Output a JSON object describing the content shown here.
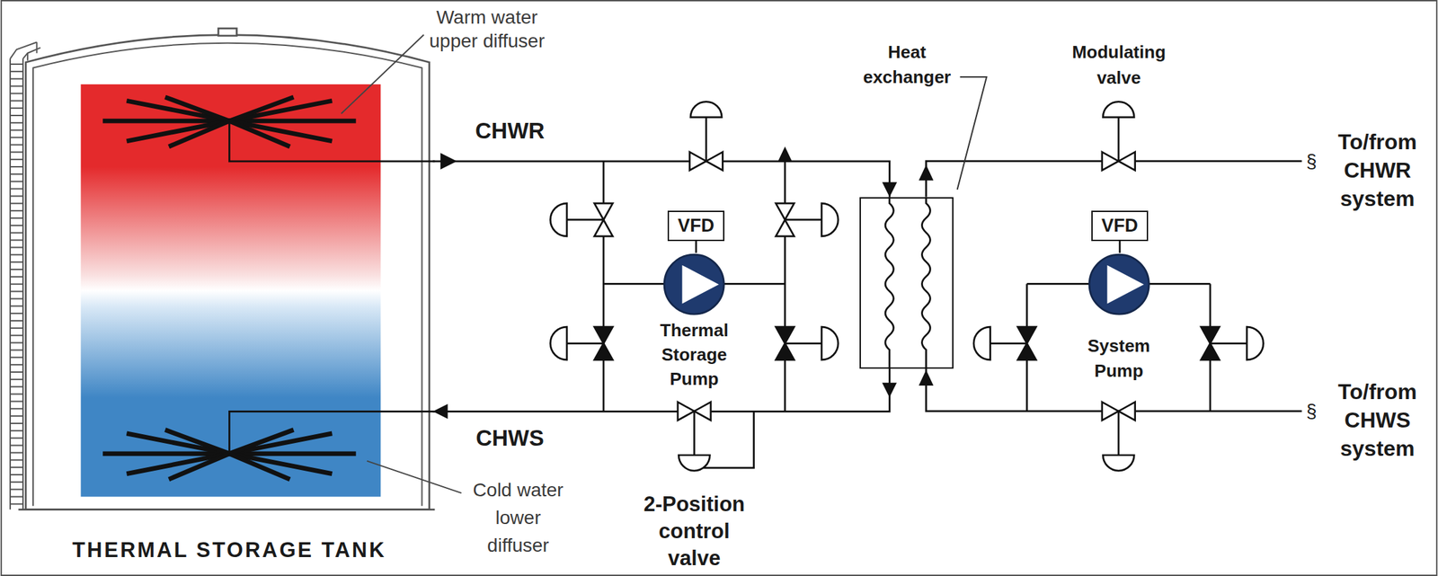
{
  "diagram": {
    "nodes": [
      {
        "text": [
          "THERMAL STORAGE TANK"
        ]
      },
      {
        "text": [
          "VFD"
        ]
      },
      {
        "text": [
          "Thermal Storage Pump"
        ]
      },
      {
        "text": [
          "Heat exchanger"
        ]
      },
      {
        "text": [
          "VFD"
        ]
      },
      {
        "text": [
          "System Pump"
        ]
      }
    ],
    "edges": [
      {
        "from": 0,
        "to": 3,
        "arrow": "to"
      },
      {
        "from": 3,
        "to": 0,
        "arrow": "to"
      },
      {
        "from": 1,
        "to": 2,
        "arrow": "none"
      },
      {
        "from": 4,
        "to": 5,
        "arrow": "none"
      }
    ],
    "labels": [
      "Warm water upper diffuser",
      "CHWR",
      "CHWS",
      "Cold water lower diffuser",
      "2-Position control valve",
      "Modulating valve",
      "To/from CHWR system",
      "To/from CHWS system",
      "§",
      "§"
    ]
  }
}
